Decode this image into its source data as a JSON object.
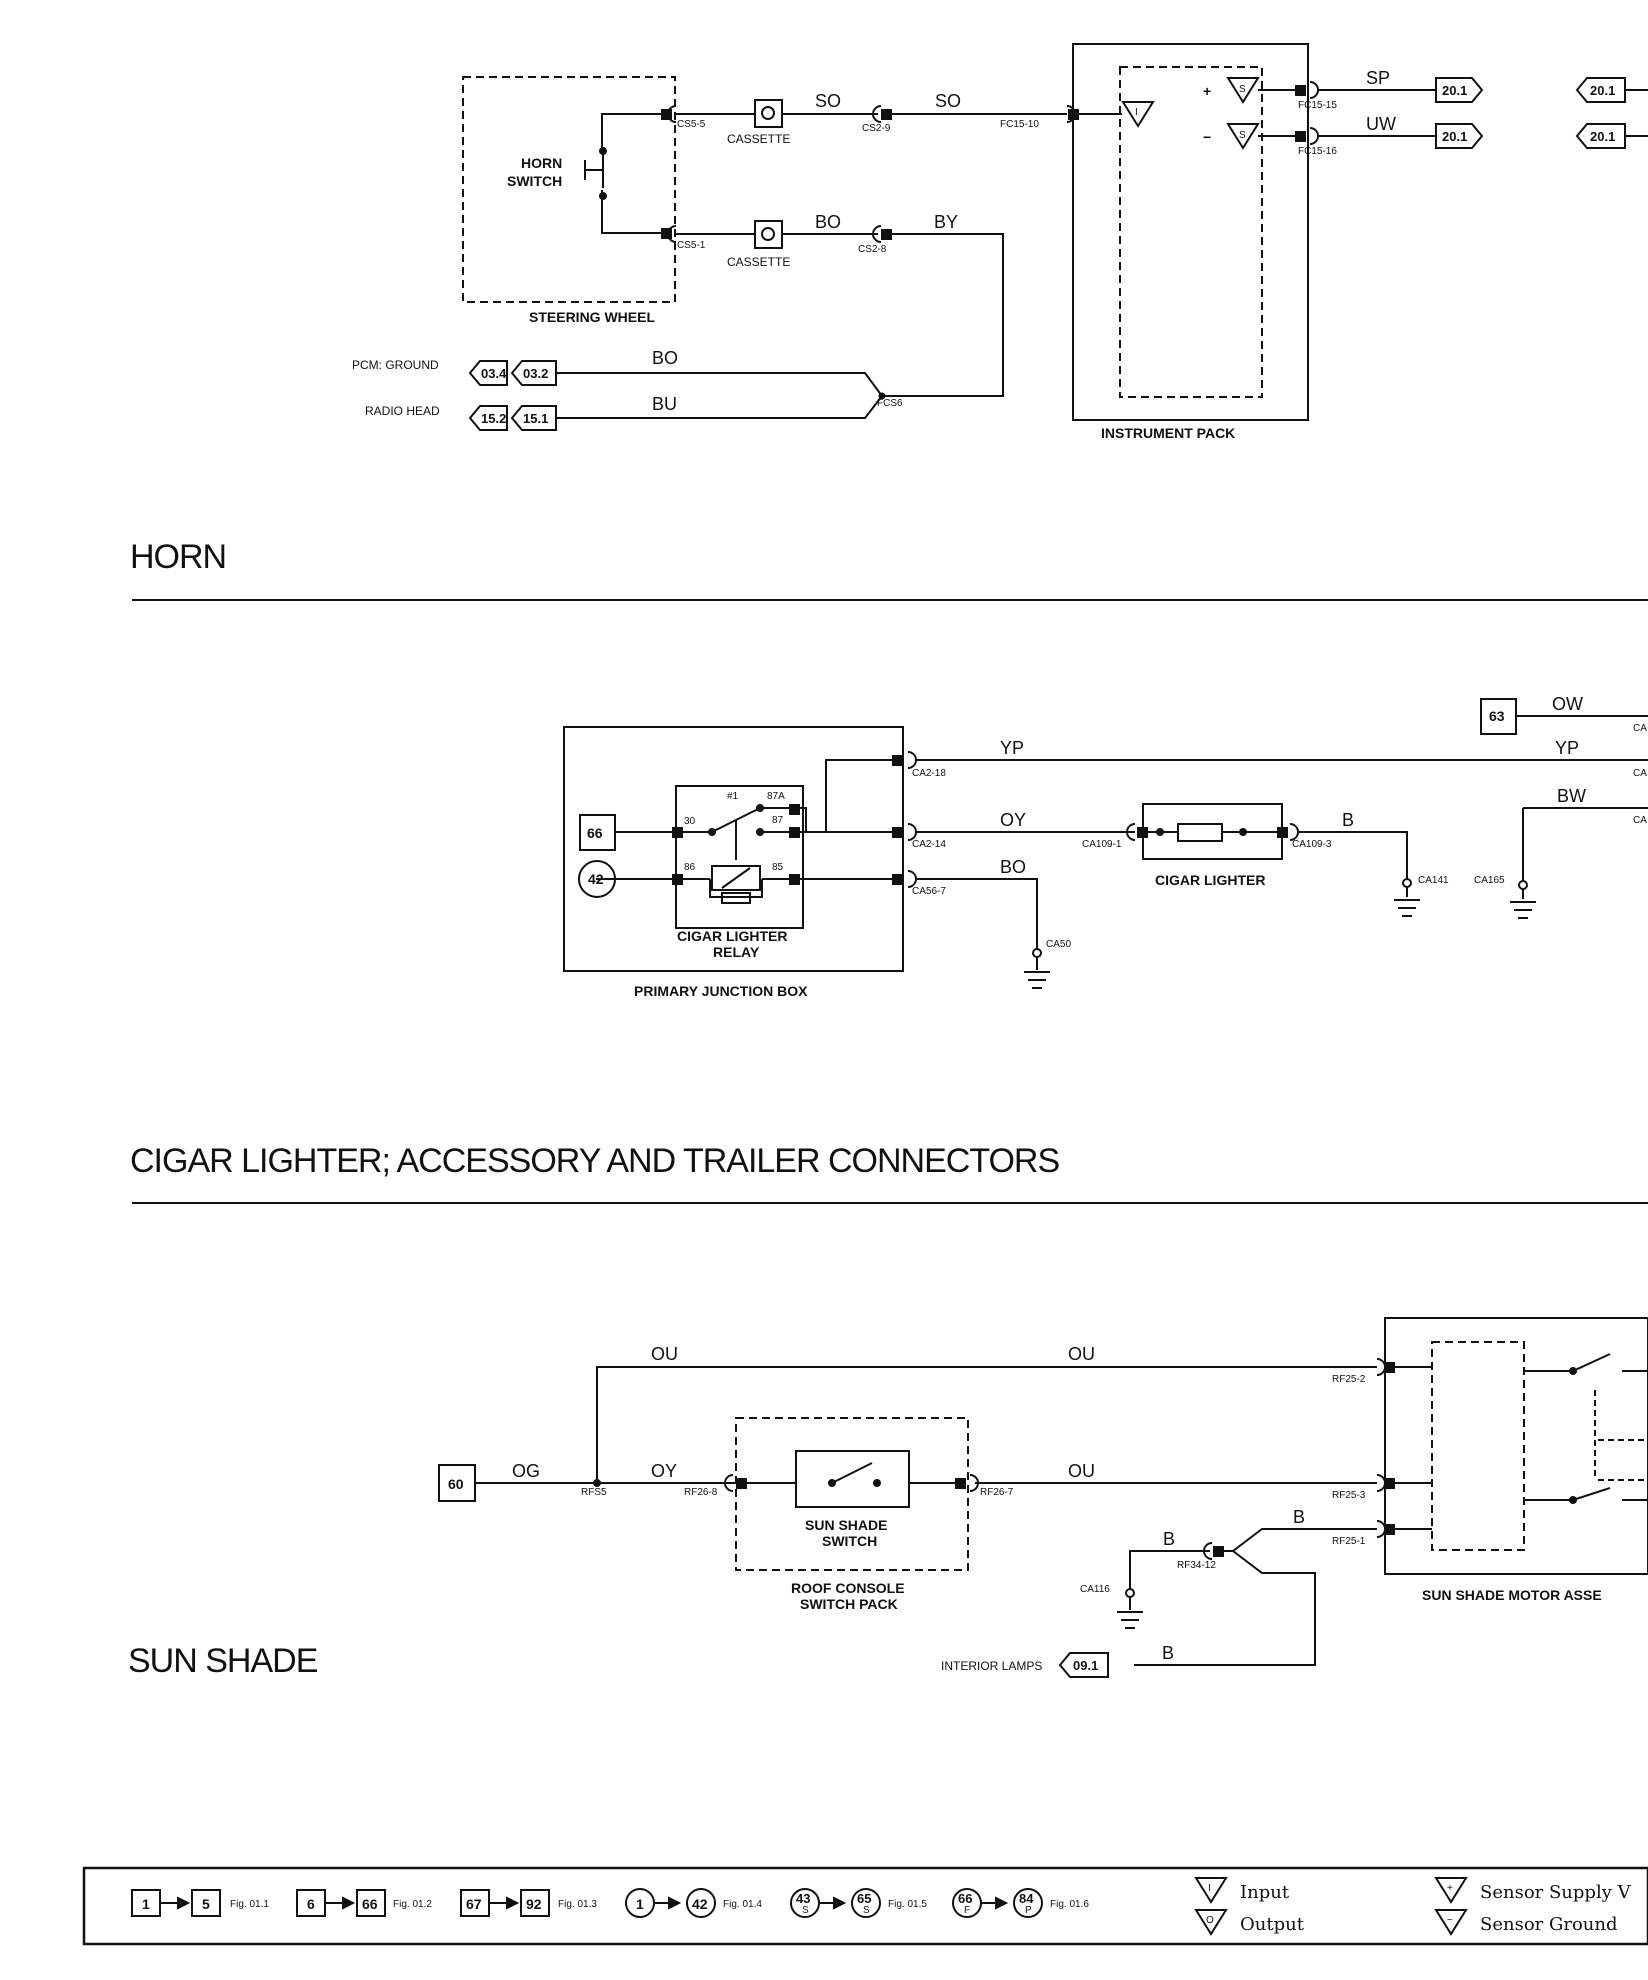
{
  "sections": {
    "horn": "HORN",
    "cigar": "CIGAR LIGHTER; ACCESSORY AND TRAILER CONNECTORS",
    "sunshade": "SUN SHADE"
  },
  "horn": {
    "steering_wheel": "STEERING WHEEL",
    "horn_switch_l1": "HORN",
    "horn_switch_l2": "SWITCH",
    "instrument_pack": "INSTRUMENT PACK",
    "cassette": "CASSETTE",
    "pins": {
      "cs5_5": "CS5-5",
      "cs5_1": "CS5-1",
      "cs2_9": "CS2-9",
      "cs2_8": "CS2-8",
      "fc15_10": "FC15-10",
      "fc15_15": "FC15-15",
      "fc15_16": "FC15-16",
      "fcs6": "FCS6"
    },
    "wires": {
      "so": "SO",
      "bo": "BO",
      "by": "BY",
      "sp": "SP",
      "uw": "UW",
      "bu": "BU"
    },
    "refs": {
      "pcm_ground": "PCM: GROUND",
      "radio_head": "RADIO HEAD",
      "r034": "03.4",
      "r032": "03.2",
      "r152": "15.2",
      "r151": "15.1",
      "r201": "20.1"
    },
    "sensor_plus": "+",
    "sensor_minus": "−",
    "s": "S",
    "i": "I"
  },
  "cigar": {
    "relay_l1": "CIGAR LIGHTER",
    "relay_l2": "RELAY",
    "pjb": "PRIMARY JUNCTION BOX",
    "lighter": "CIGAR LIGHTER",
    "box66": "66",
    "circ42": "42",
    "box63": "63",
    "relay_pins": {
      "p30": "30",
      "p86": "86",
      "p85": "85",
      "p87": "87",
      "p87a": "87A",
      "h1": "#1"
    },
    "pins": {
      "ca2_18": "CA2-18",
      "ca2_14": "CA2-14",
      "ca56_7": "CA56-7",
      "ca109_1": "CA109-1",
      "ca109_3": "CA109-3",
      "ca141": "CA141",
      "ca165": "CA165",
      "ca50": "CA50",
      "ca": "CA"
    },
    "wires": {
      "yp": "YP",
      "oy": "OY",
      "bo": "BO",
      "b": "B",
      "ow": "OW",
      "bw": "BW"
    }
  },
  "sunshade": {
    "switch_l1": "SUN SHADE",
    "switch_l2": "SWITCH",
    "pack_l1": "ROOF CONSOLE",
    "pack_l2": "SWITCH PACK",
    "motor": "SUN SHADE MOTOR ASSE",
    "box60": "60",
    "interior_lamps": "INTERIOR LAMPS",
    "r091": "09.1",
    "pins": {
      "rf25_2": "RF25-2",
      "rf25_3": "RF25-3",
      "rf25_1": "RF25-1",
      "rfs5": "RFS5",
      "rf26_8": "RF26-8",
      "rf26_7": "RF26-7",
      "rf34_12": "RF34-12",
      "ca116": "CA116"
    },
    "wires": {
      "ou": "OU",
      "og": "OG",
      "oy": "OY",
      "b": "B"
    }
  },
  "legend": {
    "r1a": "1",
    "r1b": "5",
    "f1": "Fig. 01.1",
    "r2a": "6",
    "r2b": "66",
    "f2": "Fig. 01.2",
    "r3a": "67",
    "r3b": "92",
    "f3": "Fig. 01.3",
    "r4a": "1",
    "r4b": "42",
    "f4": "Fig. 01.4",
    "r5a": "43",
    "r5as": "S",
    "r5b": "65",
    "r5bs": "S",
    "f5": "Fig. 01.5",
    "r6a": "66",
    "r6as": "F",
    "r6b": "84",
    "r6bs": "P",
    "f6": "Fig. 01.6",
    "input": "Input",
    "output": "Output",
    "sensor_supply": "Sensor Supply V",
    "sensor_ground": "Sensor Ground",
    "sym_i": "I",
    "sym_o": "O",
    "sym_plus": "+",
    "sym_minus": "−"
  }
}
